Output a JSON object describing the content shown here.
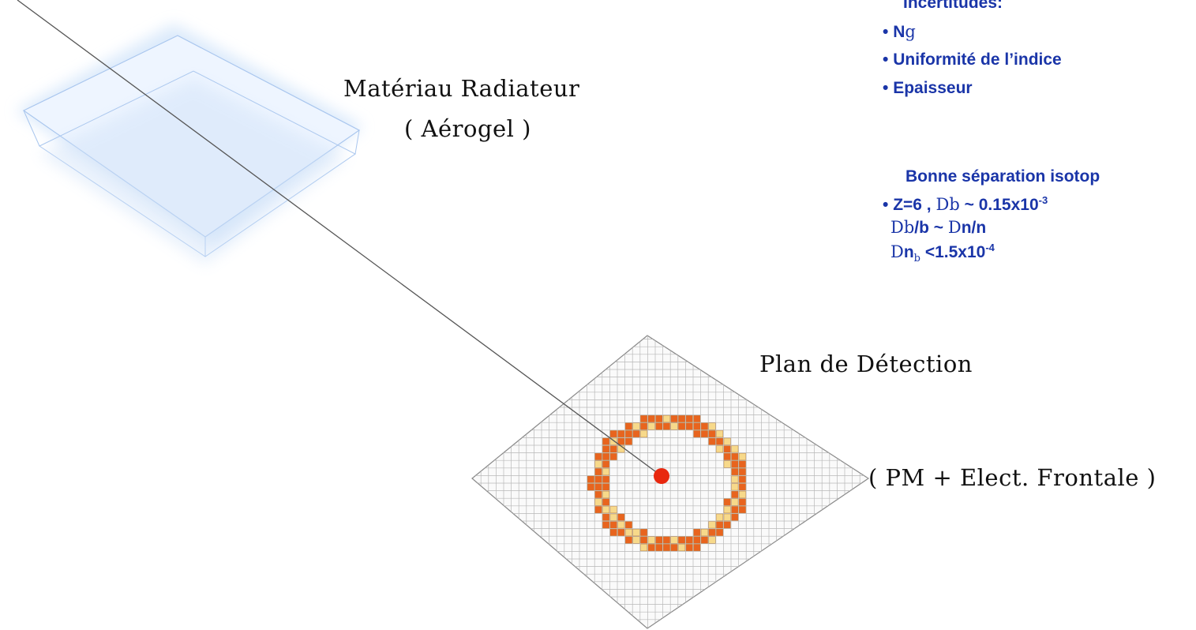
{
  "labels": {
    "radiator_line1": "Matériau Radiateur",
    "radiator_line2": "( Aérogel )",
    "detection_plane": "Plan de Détection",
    "pm_electronics": "( PM + Elect. Frontale )"
  },
  "uncertainties": {
    "heading": "Incertitudes:",
    "items": [
      {
        "bullet": "•",
        "prefix": "N",
        "symbol": "g"
      },
      {
        "bullet": "•",
        "text": "Uniformité de l’indice"
      },
      {
        "bullet": "•",
        "text": "Epaisseur"
      }
    ]
  },
  "separation": {
    "heading": "Bonne séparation isotop",
    "line1": {
      "bullet": "•",
      "lead": "Z=6 ,",
      "sym": "Db",
      "tail": "~ 0.15x10",
      "exp": "-3"
    },
    "line2": {
      "sym1": "Db",
      "mid": "/b ~",
      "sym2": "D",
      "tail": "n/n"
    },
    "line3": {
      "sym": "D",
      "n": "n",
      "sub": "b",
      "tail": "<1.5x10",
      "exp": "-4"
    }
  },
  "colors": {
    "text_blue": "#1a35a8",
    "ring_orange": "#e8641e",
    "ring_yellow": "#f7d98a",
    "center_dot": "#e8280f",
    "grid": "#b8b8b8",
    "radiator_glow": "#bcd6f5"
  }
}
